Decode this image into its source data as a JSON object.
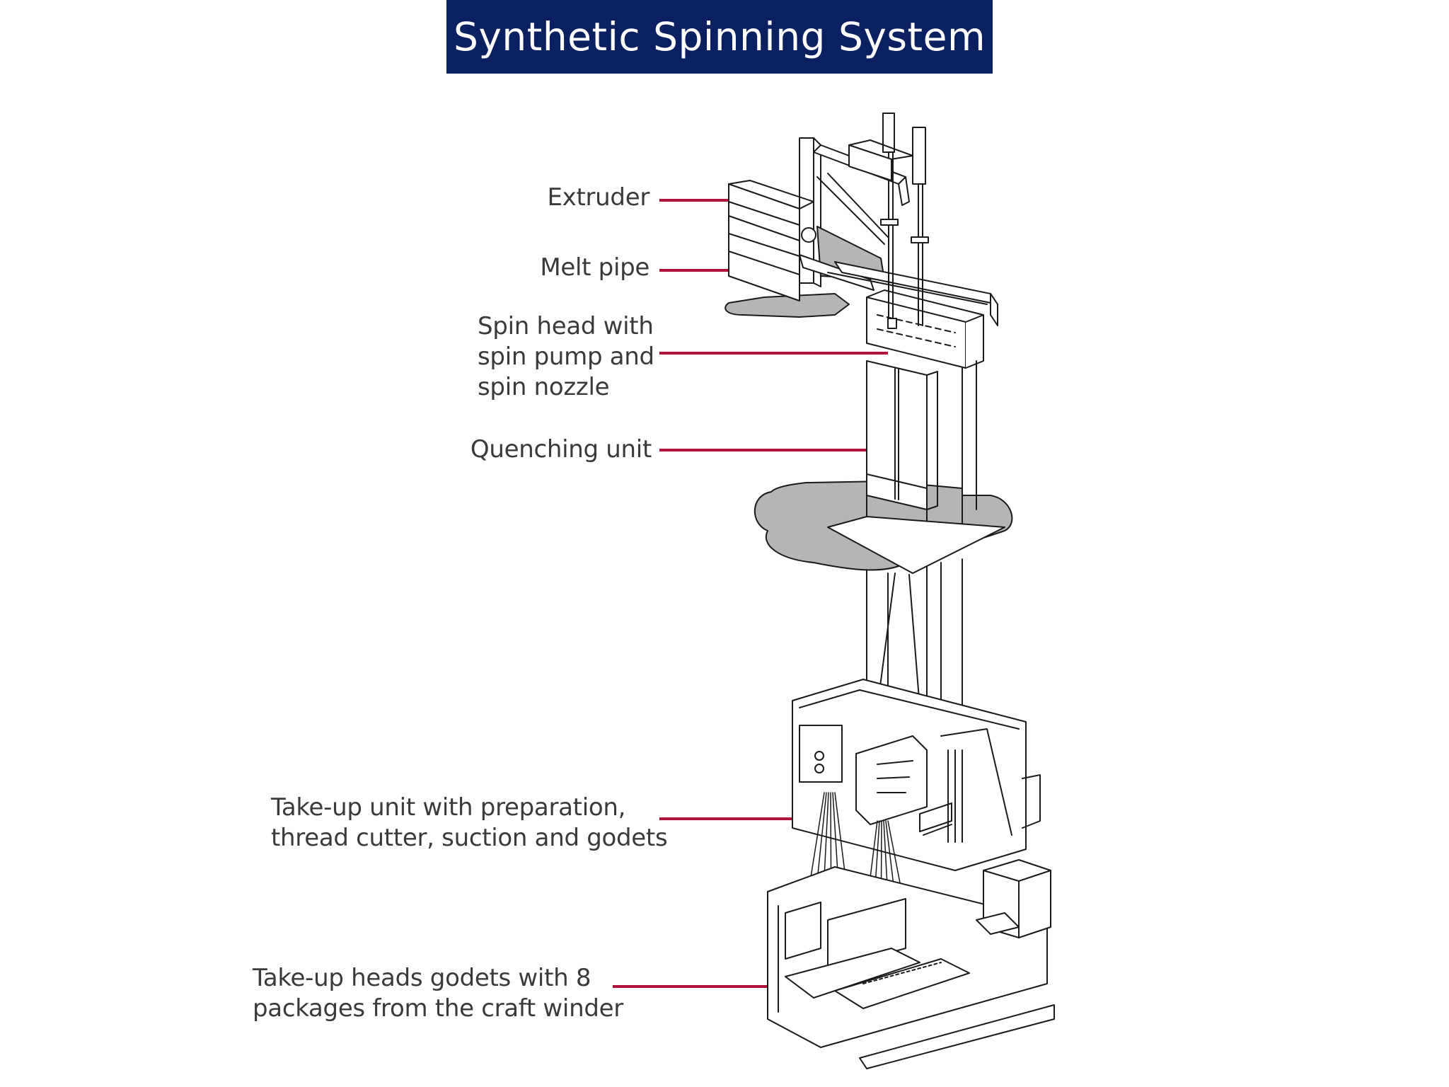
{
  "title": "Synthetic Spinning System",
  "colors": {
    "title_background": "#0b2060",
    "title_text": "#ffffff",
    "leader_line": "#b1123c",
    "label_text": "#3a3a3a",
    "drawing_line": "#1a1a1a",
    "shadow_fill": "#b5b5b5"
  },
  "labels": {
    "extruder": "Extruder",
    "melt_pipe": "Melt pipe",
    "spin_head": [
      "Spin head with",
      "spin pump and",
      "spin nozzle"
    ],
    "quenching_unit": "Quenching unit",
    "take_up_unit": [
      "Take-up unit with preparation,",
      "thread cutter, suction and godets"
    ],
    "take_up_heads": [
      "Take-up heads godets with 8",
      "packages from the craft winder"
    ]
  }
}
